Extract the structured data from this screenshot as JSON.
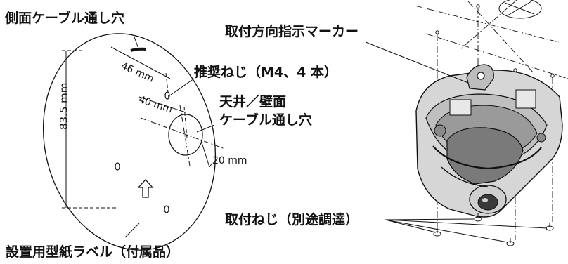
{
  "labels": {
    "side_cable_hole": "側面ケーブル通し穴",
    "direction_marker": "取付方向指示マーカー",
    "recommended_screws": "推奨ねじ（M4、4 本）",
    "ceiling_wall_line1": "天井／壁面",
    "ceiling_wall_line2": "ケーブル通し穴",
    "mount_screws": "取付ねじ（別途調達）",
    "template_label": "設置用型紙ラベル（付属品）"
  },
  "dimensions": {
    "d1": "46 mm",
    "d2": "40 mm",
    "d3": "20 mm",
    "d4": "83.5 mm"
  }
}
